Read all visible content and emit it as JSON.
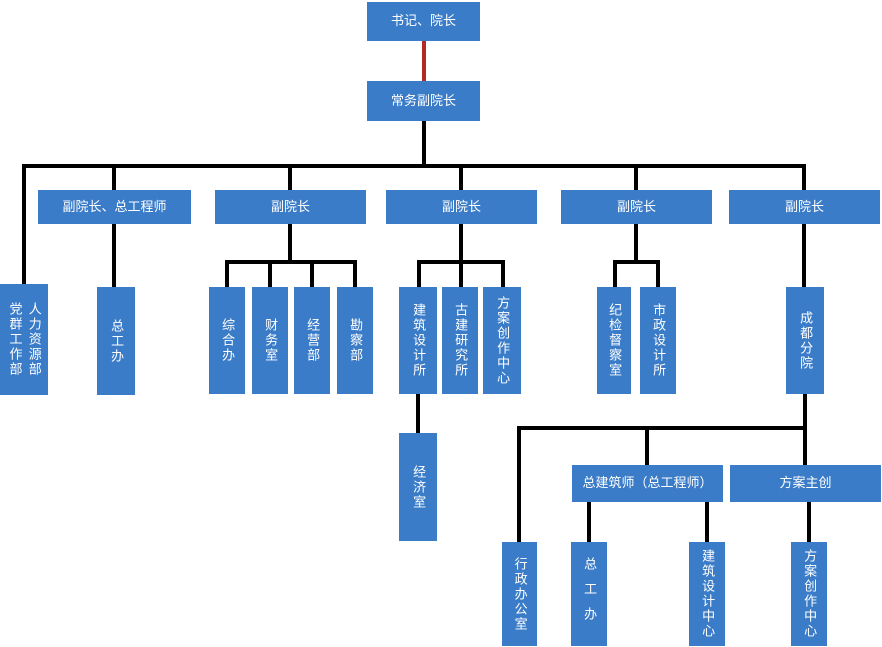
{
  "colors": {
    "node_fill": "#3b7cc8",
    "node_text": "#ffffff",
    "connector": "#000000",
    "special_connector": "#b22a25"
  },
  "nodes": {
    "secretary_dean": {
      "label": "书记、院长"
    },
    "exec_vice_dean": {
      "label": "常务副院长"
    },
    "vice_dean_chief_engineer": {
      "label": "副院长、总工程师"
    },
    "vice_dean_1": {
      "label": "副院长"
    },
    "vice_dean_2": {
      "label": "副院长"
    },
    "vice_dean_3": {
      "label": "副院长"
    },
    "vice_dean_4": {
      "label": "副院长"
    },
    "party_mass_dept": {
      "label": "党群工作部"
    },
    "hr_dept": {
      "label": "人力资源部"
    },
    "chief_eng_office": {
      "label": "总工办"
    },
    "general_office": {
      "label": "综合办"
    },
    "finance_office": {
      "label": "财务室"
    },
    "operations_dept": {
      "label": "经营部"
    },
    "survey_dept": {
      "label": "勘察部"
    },
    "arch_design_institute": {
      "label": "建筑设计所"
    },
    "ancient_arch_institute": {
      "label": "古建研究所"
    },
    "scheme_creation_center": {
      "label": "方案创作中心"
    },
    "economy_office": {
      "label": "经济室"
    },
    "discipline_office": {
      "label": "纪检督察室"
    },
    "municipal_design_institute": {
      "label": "市政设计所"
    },
    "chengdu_branch": {
      "label": "成都分院"
    },
    "chief_architect": {
      "label": "总建筑师（总工程师）"
    },
    "scheme_lead": {
      "label": "方案主创"
    },
    "admin_office": {
      "label": "行政办公室"
    },
    "chief_eng_office_branch": {
      "label": "总工办"
    },
    "arch_design_center": {
      "label": "建筑设计中心"
    },
    "scheme_creation_center_branch": {
      "label": "方案创作中心"
    }
  }
}
